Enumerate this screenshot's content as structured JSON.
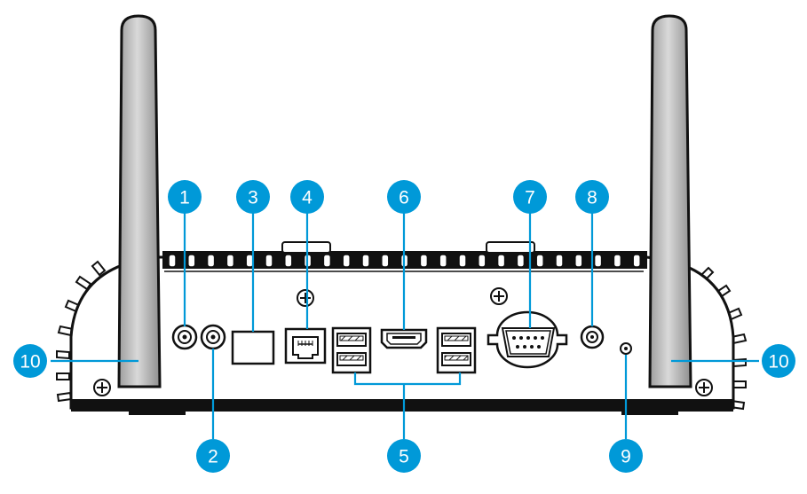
{
  "diagram": {
    "accent_color": "#0099d8",
    "line_color": "#111111",
    "device_fill": "#ffffff",
    "antenna_fill": "#bdbdbd",
    "callouts": [
      {
        "id": "c1",
        "label": "1"
      },
      {
        "id": "c2",
        "label": "2"
      },
      {
        "id": "c3",
        "label": "3"
      },
      {
        "id": "c4",
        "label": "4"
      },
      {
        "id": "c5",
        "label": "5"
      },
      {
        "id": "c6",
        "label": "6"
      },
      {
        "id": "c7",
        "label": "7"
      },
      {
        "id": "c8",
        "label": "8"
      },
      {
        "id": "c9",
        "label": "9"
      },
      {
        "id": "c10l",
        "label": "10"
      },
      {
        "id": "c10r",
        "label": "10"
      }
    ],
    "components": {
      "audio_jack_1": "audio-jack",
      "audio_jack_2": "audio-jack",
      "sim_slot": "sim-slot",
      "lan_port": "ethernet-port",
      "usb_ports": "usb-ports",
      "hdmi_port": "hdmi-port",
      "serial_port": "db9-serial-port",
      "power_dc": "dc-power-jack",
      "led": "indicator-led",
      "antenna": "antenna"
    }
  }
}
